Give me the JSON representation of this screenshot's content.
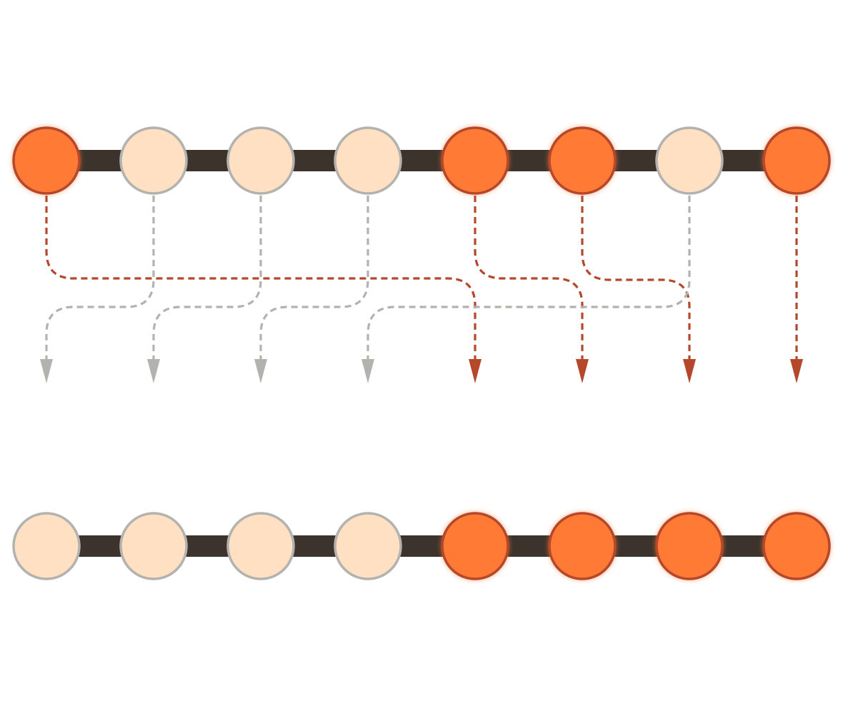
{
  "colors": {
    "active_fill": "#FF7A35",
    "active_stroke": "#B5472A",
    "inactive_fill": "#FFE0C2",
    "inactive_stroke": "#B4B2AE",
    "bar": "#3B332C",
    "active_arrow": "#B5472A",
    "inactive_arrow": "#B4B2AE",
    "background": "#FFFFFF"
  },
  "top_row": {
    "slots": [
      "active",
      "inactive",
      "inactive",
      "inactive",
      "active",
      "active",
      "inactive",
      "active"
    ]
  },
  "bottom_row": {
    "slots": [
      "inactive",
      "inactive",
      "inactive",
      "inactive",
      "active",
      "active",
      "active",
      "active"
    ]
  },
  "mappings": [
    {
      "from": 1,
      "to": 5,
      "kind": "active"
    },
    {
      "from": 2,
      "to": 1,
      "kind": "inactive"
    },
    {
      "from": 3,
      "to": 2,
      "kind": "inactive"
    },
    {
      "from": 4,
      "to": 3,
      "kind": "inactive"
    },
    {
      "from": 5,
      "to": 6,
      "kind": "active"
    },
    {
      "from": 6,
      "to": 7,
      "kind": "active"
    },
    {
      "from": 7,
      "to": 4,
      "kind": "inactive"
    },
    {
      "from": 8,
      "to": 8,
      "kind": "active"
    }
  ]
}
